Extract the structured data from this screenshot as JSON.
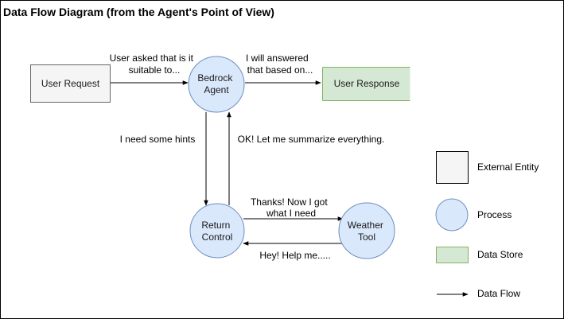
{
  "diagram": {
    "title": "Data Flow Diagram (from the Agent's Point of View)",
    "nodes": {
      "user_request": "User Request",
      "bedrock_agent": [
        "Bedrock",
        "Agent"
      ],
      "user_response": "User Response",
      "return_control": [
        "Return",
        "Control"
      ],
      "weather_tool": [
        "Weather",
        "Tool"
      ]
    },
    "edges": {
      "request_to_agent": [
        "User asked that is it",
        "suitable to..."
      ],
      "agent_to_response": [
        "I will answered",
        "that based on..."
      ],
      "agent_to_return": [
        "I need some hints"
      ],
      "return_to_agent": [
        "OK! Let me summarize everything."
      ],
      "return_to_tool": [
        "Thanks! Now I got",
        "what I need"
      ],
      "tool_to_return": [
        "Hey! Help me....."
      ]
    },
    "legend": {
      "external_entity": "External Entity",
      "process": "Process",
      "data_store": "Data Store",
      "data_flow": "Data Flow"
    },
    "colors": {
      "external_fill": "#f5f5f5",
      "external_stroke": "#666666",
      "process_fill": "#dae8fc",
      "process_stroke": "#6c8ebf",
      "store_fill": "#d5e8d4",
      "store_stroke": "#82b366",
      "line": "#000000"
    }
  }
}
